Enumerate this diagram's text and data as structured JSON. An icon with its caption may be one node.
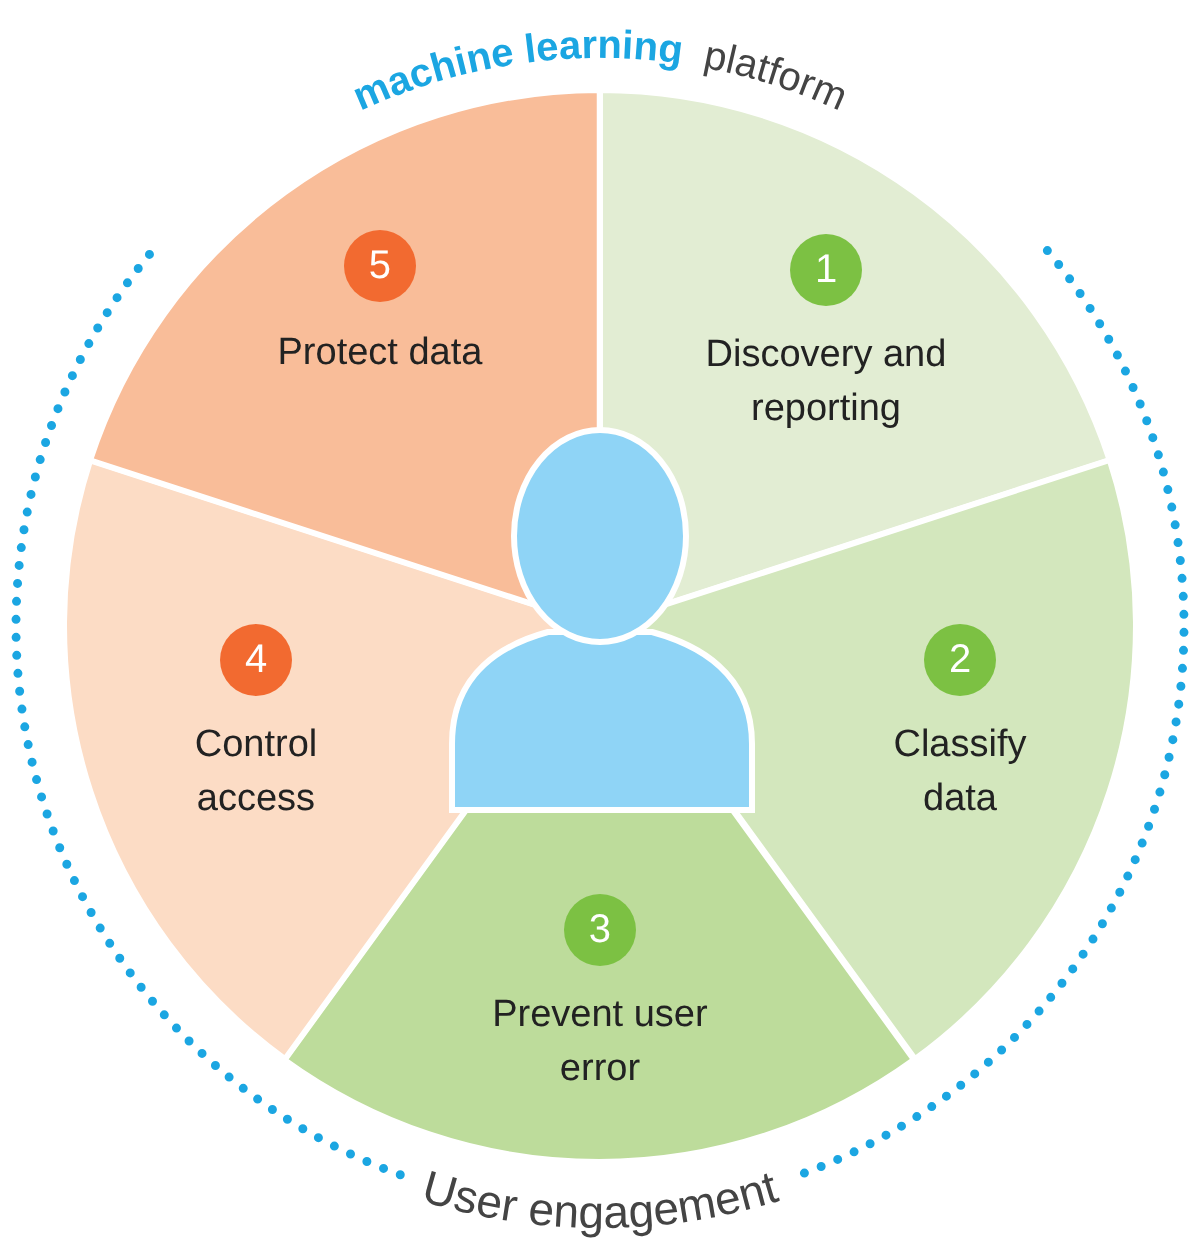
{
  "diagram": {
    "title": "**machine learning** platform",
    "nodes": [
      {
        "text": [
          "1",
          "Discovery and reporting"
        ]
      },
      {
        "text": [
          "2",
          "Classify data"
        ]
      },
      {
        "text": [
          "3",
          "Prevent user error"
        ]
      },
      {
        "text": [
          "4",
          "Control access"
        ]
      },
      {
        "text": [
          "5",
          "Protect data"
        ]
      }
    ],
    "labels": [
      "User engagement"
    ]
  }
}
